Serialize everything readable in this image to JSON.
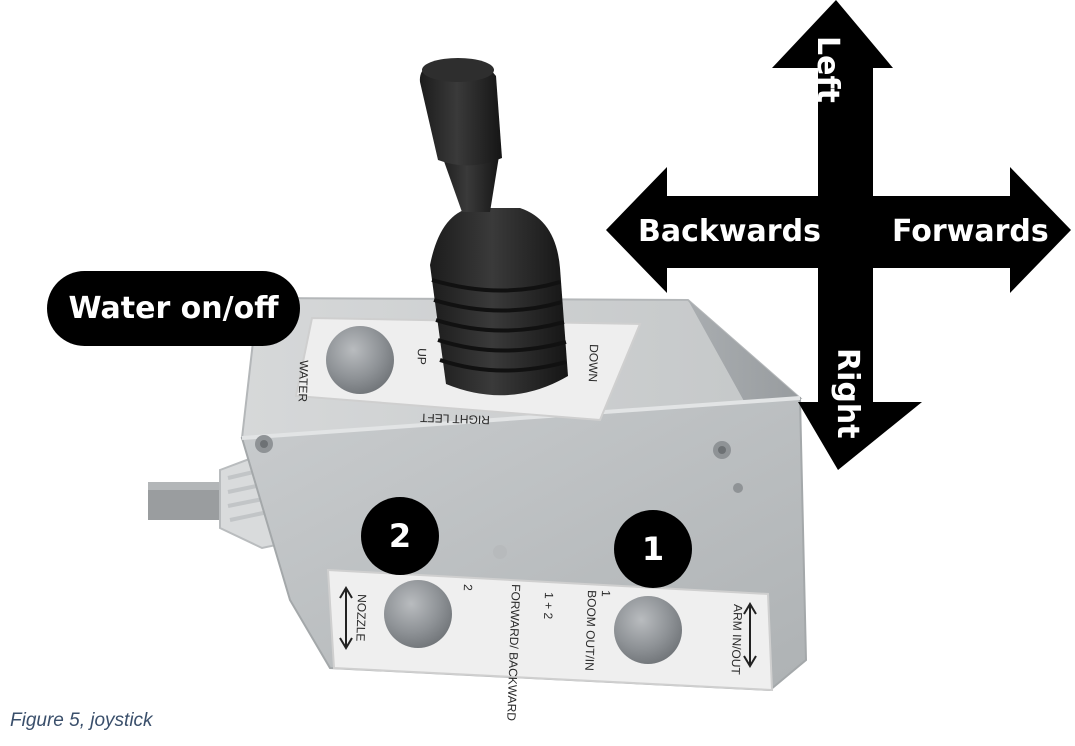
{
  "photo": {
    "description_icon": "joystick-control-box-photo",
    "labels": {
      "water_on_off": "Water on/off",
      "badge_1": "1",
      "badge_2": "2"
    },
    "directions": {
      "left": "Left",
      "right": "Right",
      "backwards": "Backwards",
      "forwards": "Forwards"
    },
    "top_panel": {
      "water": "WATER",
      "up": "UP",
      "down": "DOWN",
      "right_left": "RIGHT LEFT"
    },
    "front_panel": {
      "nozzle": "NOZZLE",
      "num_2": "2",
      "forward_backward": "FORWARD/ BACKWARD",
      "one_plus_two": "1 + 2",
      "num_1": "1",
      "boom_out_in": "BOOM OUT/IN",
      "arm_in_out": "ARM IN/OUT"
    }
  },
  "caption": "Figure 5, joystick",
  "colors": {
    "background": "#ffffff",
    "label_bg": "#000000",
    "label_text": "#ffffff",
    "caption_text": "#3a4f6b"
  }
}
